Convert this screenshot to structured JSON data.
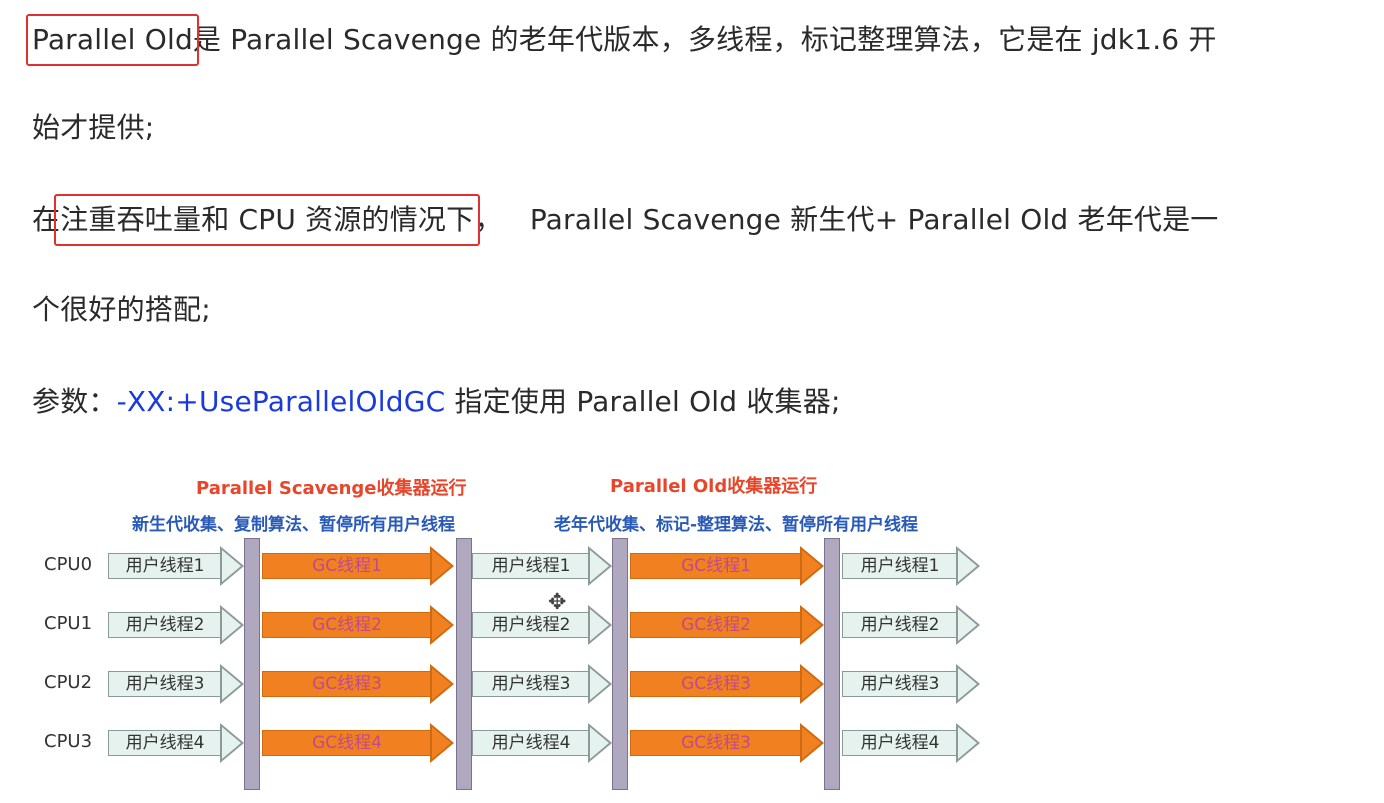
{
  "text": {
    "line1": {
      "highlight": "Parallel Old",
      "rest": "是 Parallel Scavenge 的老年代版本，多线程，标记整理算法，它是在 jdk1.6 开"
    },
    "line2": "始才提供;",
    "line3": {
      "prefix": "在",
      "highlight": "注重吞吐量和 CPU 资源的情况下",
      "rest": "，   Parallel Scavenge 新生代+ Parallel Old 老年代是一"
    },
    "line4": "个很好的搭配;",
    "line5": {
      "prefix": "参数：",
      "param": "-XX:+UseParallelOldGC",
      "rest": " 指定使用 Parallel Old 收集器;"
    }
  },
  "colors": {
    "highlight_border": "#e03030",
    "param": "#1a3adf",
    "gc_arrow": "#f08020",
    "user_arrow": "#e6f2ee"
  },
  "diagram": {
    "phase1_title": "Parallel Scavenge收集器运行",
    "phase1_sub": "新生代收集、复制算法、暂停所有用户线程",
    "phase2_title": "Parallel Old收集器运行",
    "phase2_sub": "老年代收集、标记-整理算法、暂停所有用户线程",
    "cpus": [
      "CPU0",
      "CPU1",
      "CPU2",
      "CPU3"
    ],
    "user_threads": [
      "用户线程1",
      "用户线程2",
      "用户线程3",
      "用户线程4"
    ],
    "gc_threads_1": [
      "GC线程1",
      "GC线程2",
      "GC线程3",
      "GC线程4"
    ],
    "gc_threads_2": [
      "GC线程1",
      "GC线程2",
      "GC线程3",
      "GC线程3"
    ]
  }
}
